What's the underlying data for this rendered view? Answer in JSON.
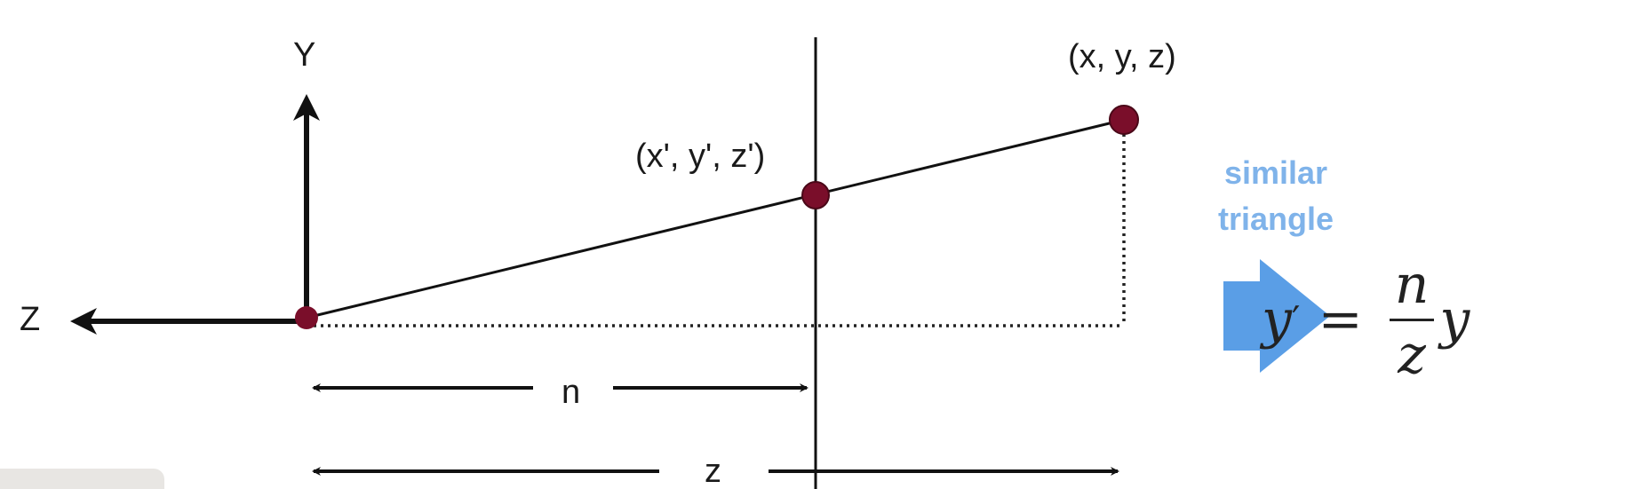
{
  "labels": {
    "y_axis": "Y",
    "z_axis": "Z",
    "point_far": "(x, y, z)",
    "point_near": "(x', y', z')",
    "distance_n": "n",
    "distance_z": "z"
  },
  "hint": {
    "line1": "similar",
    "line2": "triangle"
  },
  "formula": {
    "lhs": "y",
    "prime": "′",
    "equals": "=",
    "numerator": "n",
    "denominator": "z",
    "rhs": "y"
  },
  "colors": {
    "point": "#7a0e2a",
    "hint": "#7fb3ea",
    "arrow": "#5a9ee6",
    "line": "#111111"
  }
}
